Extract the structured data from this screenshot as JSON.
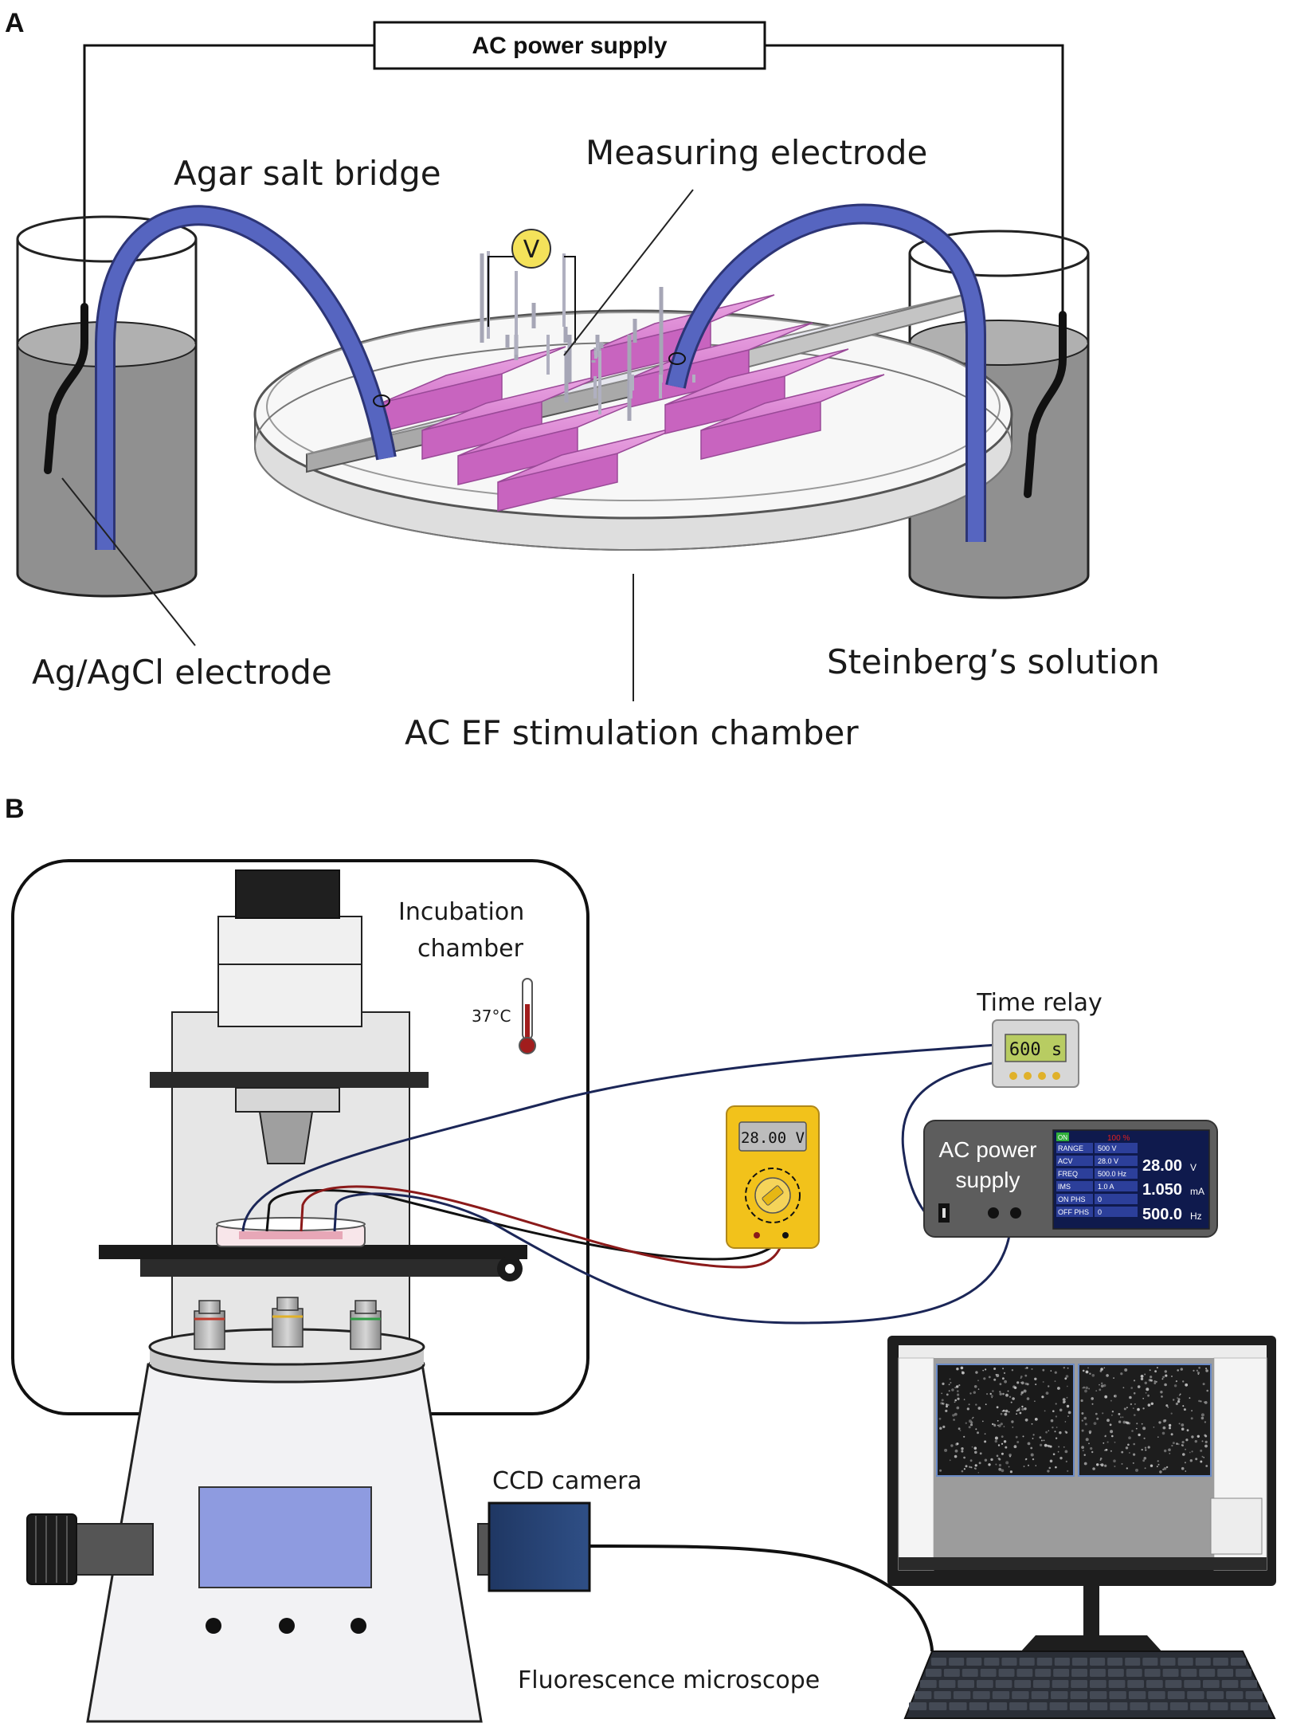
{
  "panels": {
    "a": "A",
    "b": "B"
  },
  "panel_a": {
    "ac_power_supply": "AC power supply",
    "voltmeter_symbol": "V",
    "agar_salt_bridge": "Agar salt bridge",
    "measuring_electrode": "Measuring electrode",
    "ag_agcl_electrode": "Ag/AgCl electrode",
    "steinbergs_solution": "Steinberg’s solution",
    "chamber": "AC EF stimulation chamber"
  },
  "panel_b": {
    "incubation_chamber_line1": "Incubation",
    "incubation_chamber_line2": "chamber",
    "temperature": "37°C",
    "time_relay": "Time relay",
    "time_relay_display": "600 s",
    "multimeter_display": "28.00 V",
    "power_supply_line1": "AC power",
    "power_supply_line2": "supply",
    "power_screen": {
      "status": "ON",
      "percent": "100 %",
      "rows": [
        {
          "label": "RANGE",
          "value": "500 V"
        },
        {
          "label": "ACV",
          "value": "28.0 V"
        },
        {
          "label": "FREQ",
          "value": "500.0 Hz"
        },
        {
          "label": "IMS",
          "value": "1.0 A"
        },
        {
          "label": "ON PHS",
          "value": "0"
        },
        {
          "label": "OFF PHS",
          "value": "0"
        }
      ],
      "voltage": "28.00",
      "voltage_unit": "V",
      "current": "1.050",
      "current_unit": "mA",
      "frequency": "500.0",
      "frequency_unit": "Hz"
    },
    "ccd_camera": "CCD camera",
    "microscope": "Fluorescence microscope"
  },
  "colors": {
    "bridge_blue": "#4452a6",
    "gel_pink": "#d87ed0",
    "solution_gray": "#8f8f8f",
    "multimeter_yellow": "#f2c21b",
    "wire_red": "#8b1a1a",
    "wire_navy": "#1b2657",
    "screen_blue": "#8e9be0"
  }
}
